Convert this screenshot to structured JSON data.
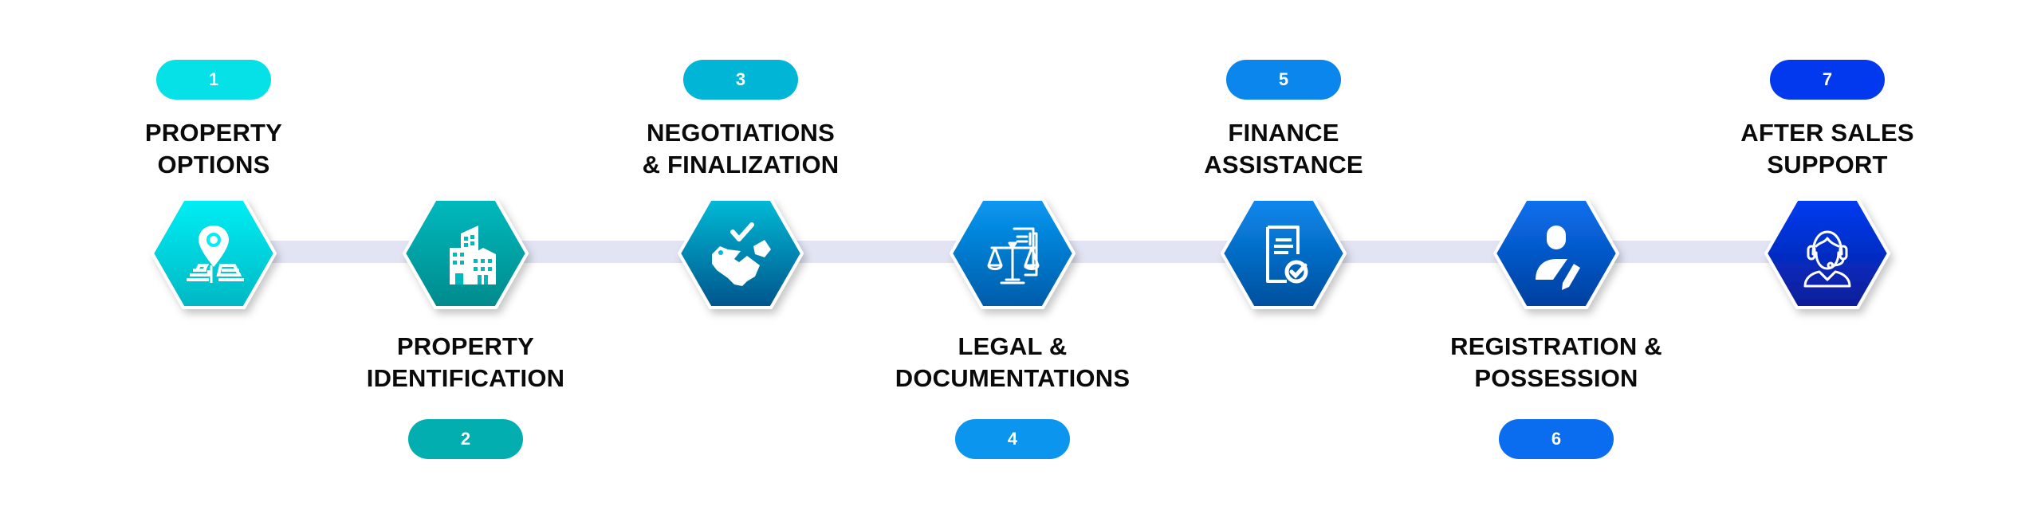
{
  "diagram": {
    "type": "process-timeline",
    "connector_color": "#e2e4f4",
    "steps": [
      {
        "number": "1",
        "lines": [
          "PROPERTY",
          "OPTIONS"
        ],
        "position": "top",
        "icon": "map-pin-icon",
        "pill_color": "#06e1e8",
        "grad_top": "#00eef5",
        "grad_bottom": "#00b7c3"
      },
      {
        "number": "2",
        "lines": [
          "PROPERTY",
          "IDENTIFICATION"
        ],
        "position": "bottom",
        "icon": "buildings-icon",
        "pill_color": "#03aeb1",
        "grad_top": "#00b9bd",
        "grad_bottom": "#008a8c"
      },
      {
        "number": "3",
        "lines": [
          "NEGOTIATIONS",
          "& FINALIZATION"
        ],
        "position": "top",
        "icon": "handshake-check-icon",
        "pill_color": "#00b5d5",
        "grad_top": "#00bad6",
        "grad_bottom": "#00548c"
      },
      {
        "number": "4",
        "lines": [
          "LEGAL &",
          "DOCUMENTATIONS"
        ],
        "position": "bottom",
        "icon": "scales-document-icon",
        "pill_color": "#0b95ee",
        "grad_top": "#0898f2",
        "grad_bottom": "#005ba8"
      },
      {
        "number": "5",
        "lines": [
          "FINANCE",
          "ASSISTANCE"
        ],
        "position": "top",
        "icon": "approved-document-icon",
        "pill_color": "#0b86ec",
        "grad_top": "#0a88ee",
        "grad_bottom": "#004f9c"
      },
      {
        "number": "6",
        "lines": [
          "REGISTRATION &",
          "POSSESSION"
        ],
        "position": "bottom",
        "icon": "user-edit-icon",
        "pill_color": "#0a6cee",
        "grad_top": "#0a70ef",
        "grad_bottom": "#003f9e"
      },
      {
        "number": "7",
        "lines": [
          "AFTER SALES",
          "SUPPORT"
        ],
        "position": "top",
        "icon": "support-agent-icon",
        "pill_color": "#0238ee",
        "grad_top": "#003cf2",
        "grad_bottom": "#0b1d96"
      }
    ]
  }
}
